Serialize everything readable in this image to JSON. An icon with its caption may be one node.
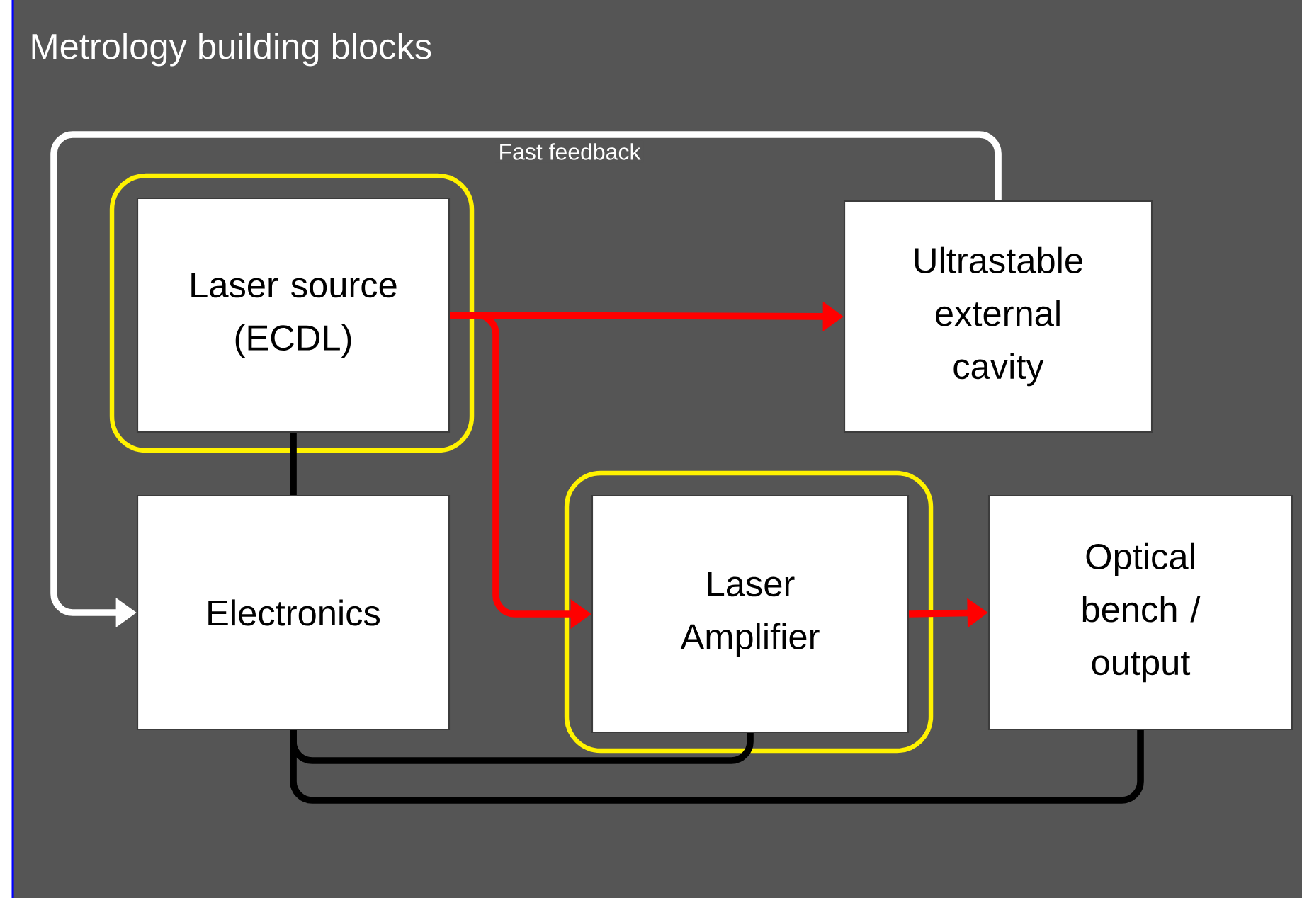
{
  "diagram": {
    "title": "Metrology building blocks",
    "nodes": [
      {
        "text": [],
        "shape": "box"
      },
      {
        "text": [
          "Laser source (ECDL)"
        ],
        "in": 0
      },
      {
        "text": [
          "Ultrastable external cavity"
        ]
      },
      {
        "text": [
          "Electronics"
        ]
      },
      {
        "text": [],
        "shape": "box"
      },
      {
        "text": [
          "Laser Amplifier"
        ],
        "in": 4
      },
      {
        "text": [
          "Optical bench / output"
        ]
      }
    ],
    "edges": [
      {
        "from": 1,
        "to": 2,
        "arrow": "to",
        "color": "#ff0000"
      },
      {
        "from": 1,
        "to": 5,
        "arrow": "to",
        "color": "#ff0000"
      },
      {
        "from": 5,
        "to": 6,
        "arrow": "to",
        "color": "#ff0000"
      },
      {
        "from": 2,
        "to": 3,
        "arrow": "to",
        "color": "#ffffff",
        "label": "Fast feedback"
      },
      {
        "from": 1,
        "to": 3,
        "arrow": "none",
        "color": "#000000"
      },
      {
        "from": 3,
        "to": 5,
        "arrow": "none",
        "color": "#000000"
      },
      {
        "from": 3,
        "to": 6,
        "arrow": "none",
        "color": "#000000"
      }
    ]
  }
}
